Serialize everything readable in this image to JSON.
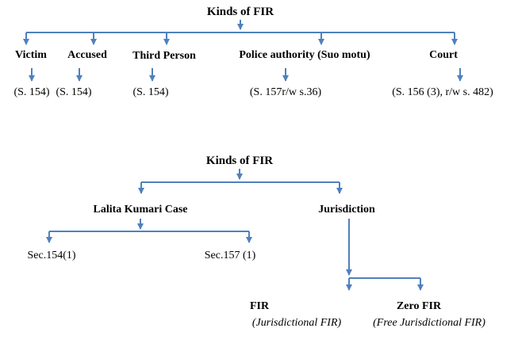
{
  "colors": {
    "connector": "#4f81bd",
    "text": "#000000",
    "background": "#ffffff"
  },
  "diagram1": {
    "title": "Kinds of FIR",
    "branches": [
      {
        "label": "Victim",
        "section": "(S. 154)"
      },
      {
        "label": "Accused",
        "section": "(S. 154)"
      },
      {
        "label": "Third Person",
        "section": "(S. 154)"
      },
      {
        "label": "Police authority (Suo motu)",
        "section": "(S. 157r/w s.36)"
      },
      {
        "label": "Court",
        "section": "(S. 156 (3), r/w s. 482)"
      }
    ]
  },
  "diagram2": {
    "title": "Kinds of FIR",
    "branches": [
      {
        "label": "Lalita Kumari Case",
        "children": [
          {
            "label": "Sec.154(1)"
          },
          {
            "label": "Sec.157 (1)"
          }
        ]
      },
      {
        "label": "Jurisdiction",
        "children": [
          {
            "label": "FIR",
            "sublabel": "(Jurisdictional FIR)"
          },
          {
            "label": "Zero FIR",
            "sublabel": "(Free Jurisdictional FIR)"
          }
        ]
      }
    ]
  }
}
